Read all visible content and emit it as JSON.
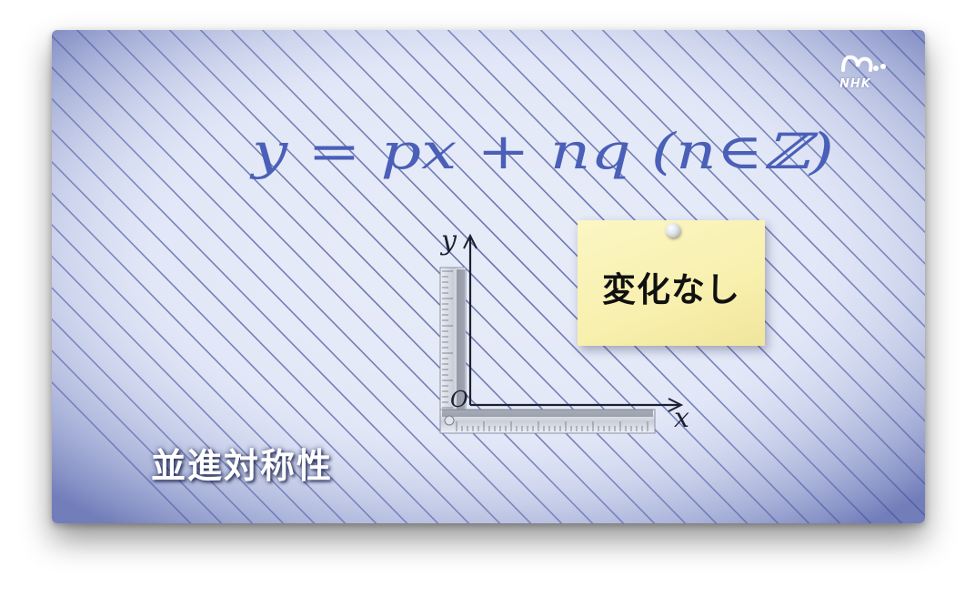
{
  "scene": {
    "formula": "y = px + nq  (n∈ℤ)",
    "axes": {
      "x_label": "x",
      "y_label": "y",
      "origin_label": "O"
    },
    "sticky_note": "変化なし",
    "caption": "並進対称性",
    "broadcaster_logo": "NHK"
  },
  "colors": {
    "paper": "#d9e0f4",
    "ruled_line": "#3f4c9a",
    "ink": "#4a5fb8",
    "sticky_note": "#f8f0ae",
    "caption": "#ffffff"
  }
}
